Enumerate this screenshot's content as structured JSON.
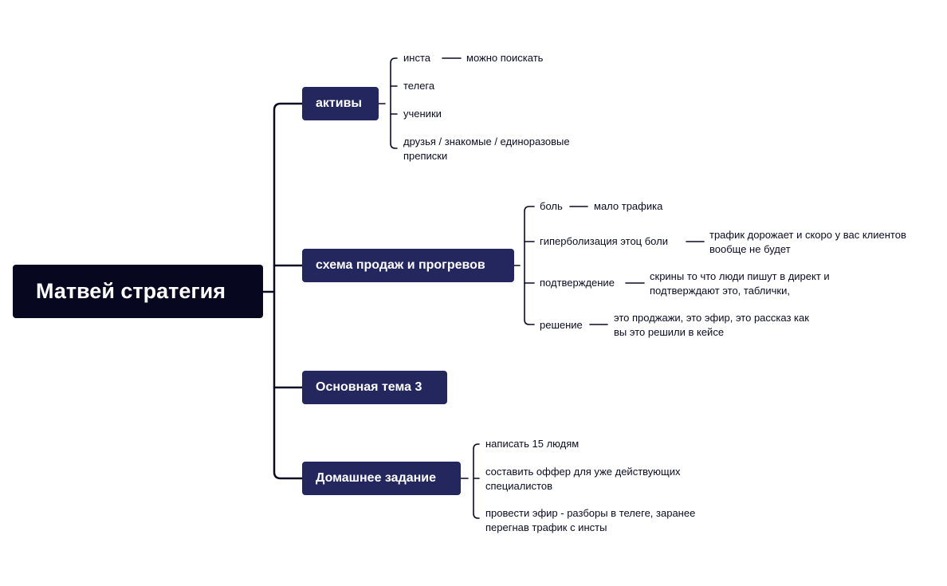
{
  "root": {
    "title": "Матвей стратегия"
  },
  "topics": [
    {
      "label": "активы",
      "children": [
        {
          "label": "инста",
          "note": "можно поискать"
        },
        {
          "label": "телега"
        },
        {
          "label": "ученики"
        },
        {
          "label": "друзья / знакомые / единоразовые",
          "label2": "преписки"
        }
      ]
    },
    {
      "label": "схема продаж и прогревов",
      "children": [
        {
          "label": "боль",
          "note": "мало трафика"
        },
        {
          "label": "гиперболизация этоц боли",
          "note": "трафик дорожает и скоро у вас клиентов",
          "note2": "вообще не будет"
        },
        {
          "label": "подтверждение",
          "note": "скрины то что люди пишут в директ и",
          "note2": "подтверждают это, таблички,"
        },
        {
          "label": "решение",
          "note": "это проджажи, это эфир, это рассказ как",
          "note2": "вы это решили в кейсе"
        }
      ]
    },
    {
      "label": "Основная тема 3"
    },
    {
      "label": "Домашнее задание",
      "children": [
        {
          "label": "написать 15 людям"
        },
        {
          "label": "составить оффер для уже действующих",
          "label2": "специалистов"
        },
        {
          "label": "провести эфир - разборы в телеге, заранее",
          "label2": "перегнав трафик с инсты"
        }
      ]
    }
  ]
}
